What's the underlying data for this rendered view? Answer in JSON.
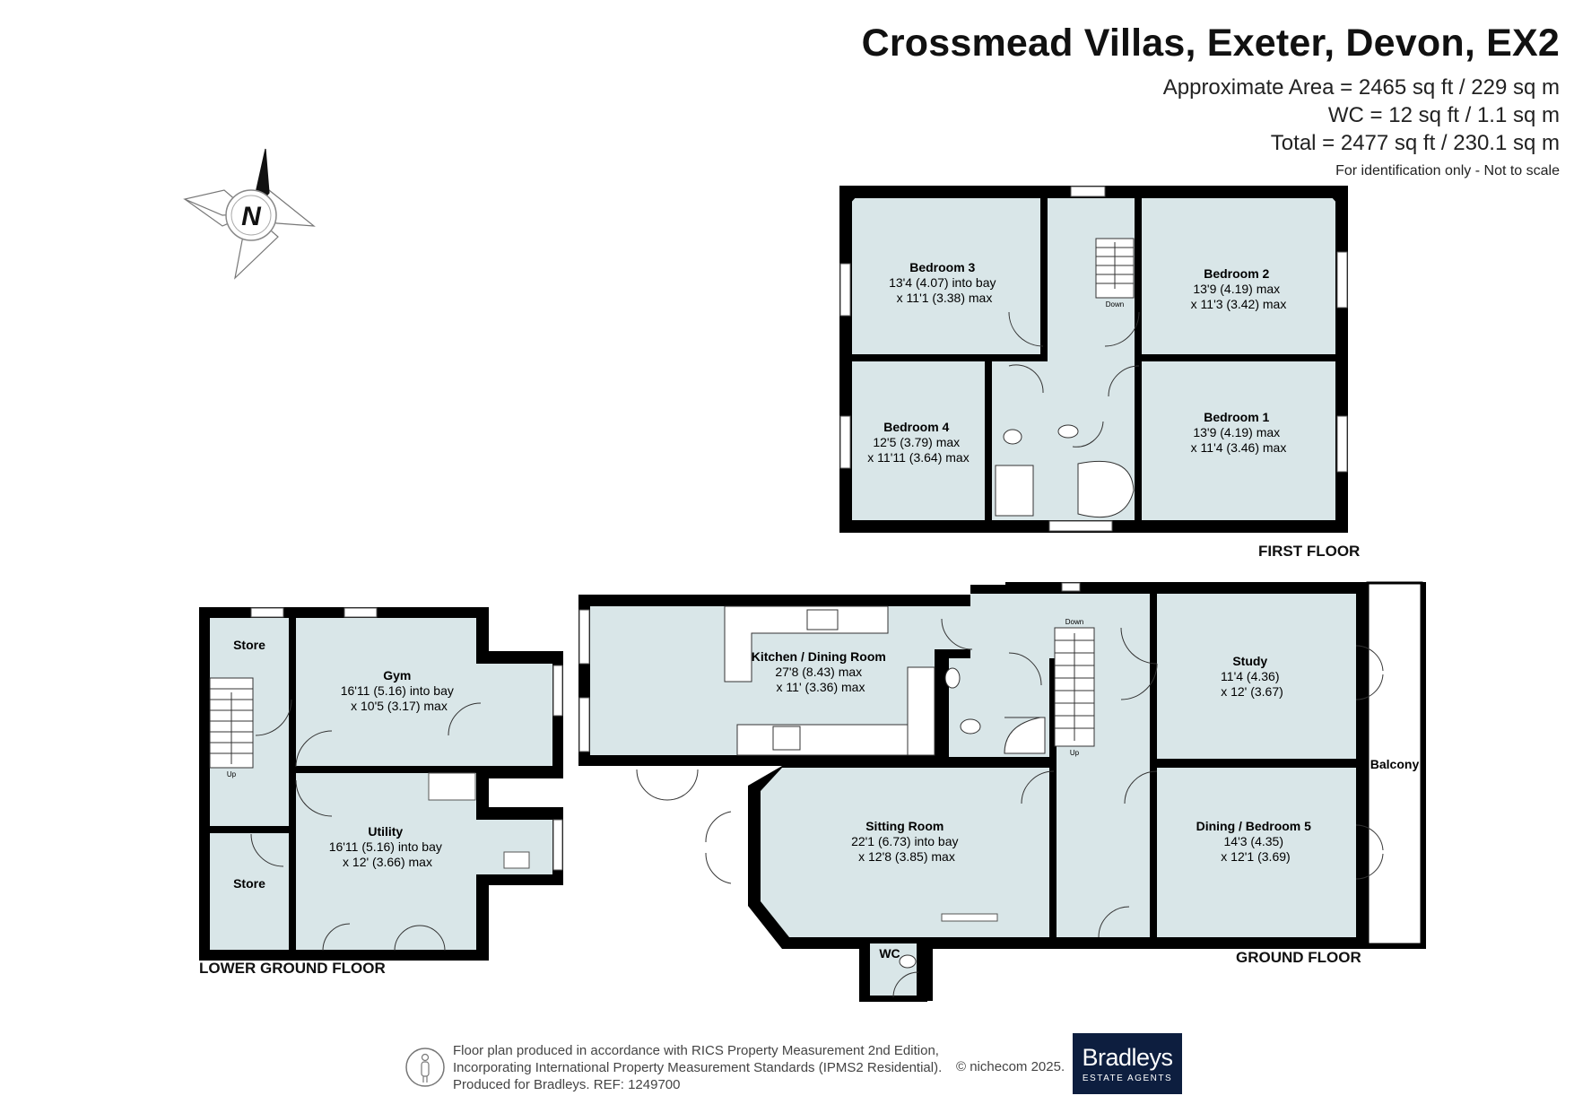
{
  "header": {
    "title": "Crossmead Villas, Exeter, Devon, EX2",
    "area_approx": "Approximate Area = 2465 sq ft / 229 sq m",
    "area_wc": "WC = 12 sq ft / 1.1 sq m",
    "area_total": "Total = 2477 sq ft / 230.1 sq m",
    "note": "For identification only - Not to scale"
  },
  "compass": {
    "letter": "N"
  },
  "floors": {
    "first": {
      "label": "FIRST FLOOR",
      "bedroom3": {
        "name": "Bedroom 3",
        "dim1": "13'4 (4.07) into bay",
        "dim2": "x 11'1 (3.38) max"
      },
      "bedroom2": {
        "name": "Bedroom 2",
        "dim1": "13'9 (4.19) max",
        "dim2": "x 11'3 (3.42) max"
      },
      "bedroom4": {
        "name": "Bedroom 4",
        "dim1": "12'5 (3.79) max",
        "dim2": "x 11'11 (3.64) max"
      },
      "bedroom1": {
        "name": "Bedroom 1",
        "dim1": "13'9 (4.19) max",
        "dim2": "x 11'4 (3.46) max"
      },
      "stairs": "Down"
    },
    "lower": {
      "label": "LOWER GROUND FLOOR",
      "store_top": "Store",
      "store_bottom": "Store",
      "gym": {
        "name": "Gym",
        "dim1": "16'11 (5.16) into bay",
        "dim2": "x 10'5 (3.17) max"
      },
      "utility": {
        "name": "Utility",
        "dim1": "16'11 (5.16) into bay",
        "dim2": "x 12' (3.66) max"
      },
      "stairs": "Up"
    },
    "ground": {
      "label": "GROUND FLOOR",
      "kitchen": {
        "name": "Kitchen / Dining Room",
        "dim1": "27'8 (8.43) max",
        "dim2": "x 11' (3.36) max"
      },
      "study": {
        "name": "Study",
        "dim1": "11'4 (4.36)",
        "dim2": "x 12' (3.67)"
      },
      "sitting": {
        "name": "Sitting Room",
        "dim1": "22'1 (6.73) into bay",
        "dim2": "x 12'8 (3.85) max"
      },
      "dining": {
        "name": "Dining / Bedroom 5",
        "dim1": "14'3 (4.35)",
        "dim2": "x 12'1 (3.69)"
      },
      "balcony": "Balcony",
      "wc": "WC",
      "stairs_down": "Down",
      "stairs_up": "Up"
    }
  },
  "footer": {
    "line1": "Floor plan produced in accordance with RICS Property Measurement 2nd Edition,",
    "line2": "Incorporating International Property Measurement Standards (IPMS2 Residential).",
    "line3": "Produced for Bradleys.   REF:  1249700",
    "copyright": "© nichecom 2025.",
    "logo_main": "Bradleys",
    "logo_sub": "ESTATE AGENTS"
  },
  "colors": {
    "wall": "#000000",
    "room_fill": "#d9e6e8",
    "logo_bg": "#0d1e3f"
  }
}
